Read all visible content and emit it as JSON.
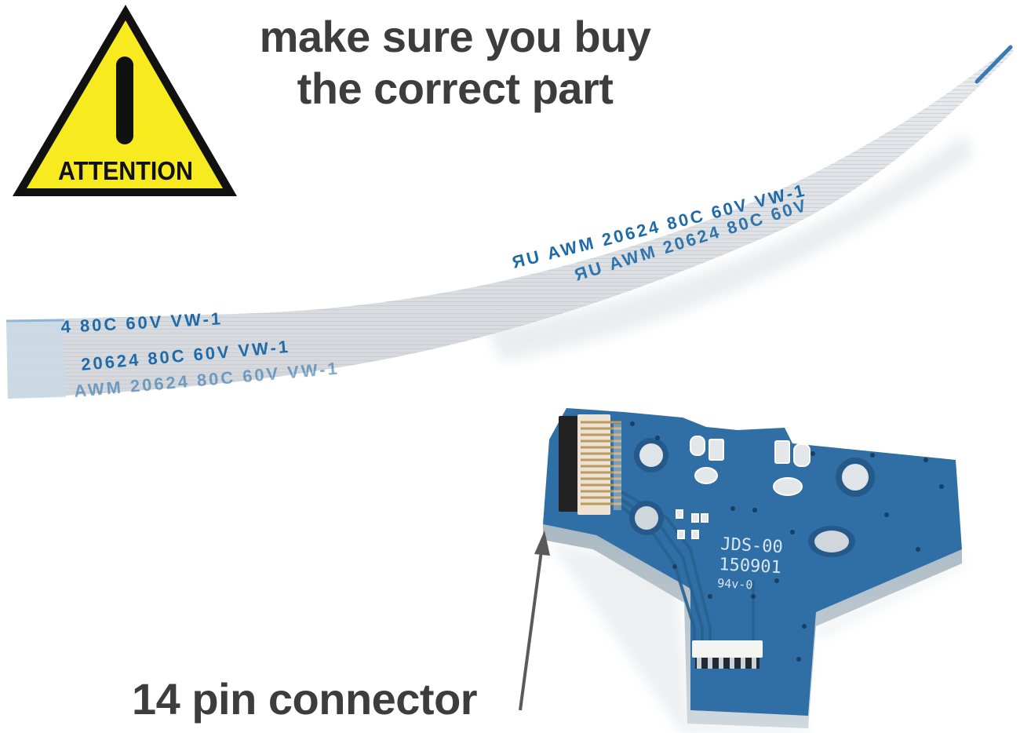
{
  "warning_sign": {
    "label": "ATTENTION",
    "icon": "warning-triangle-icon",
    "fill_color": "#f7ea1f",
    "border_color": "#111111"
  },
  "headline": {
    "line1": "make sure you buy",
    "line2": "the correct part"
  },
  "ribbon_cable": {
    "print_row1": "4   80C   60V   VW-1",
    "print_row2": "20624   80C   60V   VW-1",
    "print_row3_partial": "AWM   20624   80C   60V   VW-1",
    "print_upper1": "ЯU   AWM   20624   80C   60V   VW-1",
    "print_upper2": "ЯU   AWM   20624   80C   60V",
    "print_color": "#1f6aa8",
    "tab_color": "#8fb6d8"
  },
  "pcb_board": {
    "marking_line1": "JDS-00",
    "marking_line2": "150901",
    "marking_line3": "94v-0",
    "board_color": "#2f6fa6"
  },
  "caption": {
    "text": "14 pin connector"
  },
  "arrow": {
    "icon": "pointer-arrow-icon",
    "color": "#5a5a5a"
  }
}
